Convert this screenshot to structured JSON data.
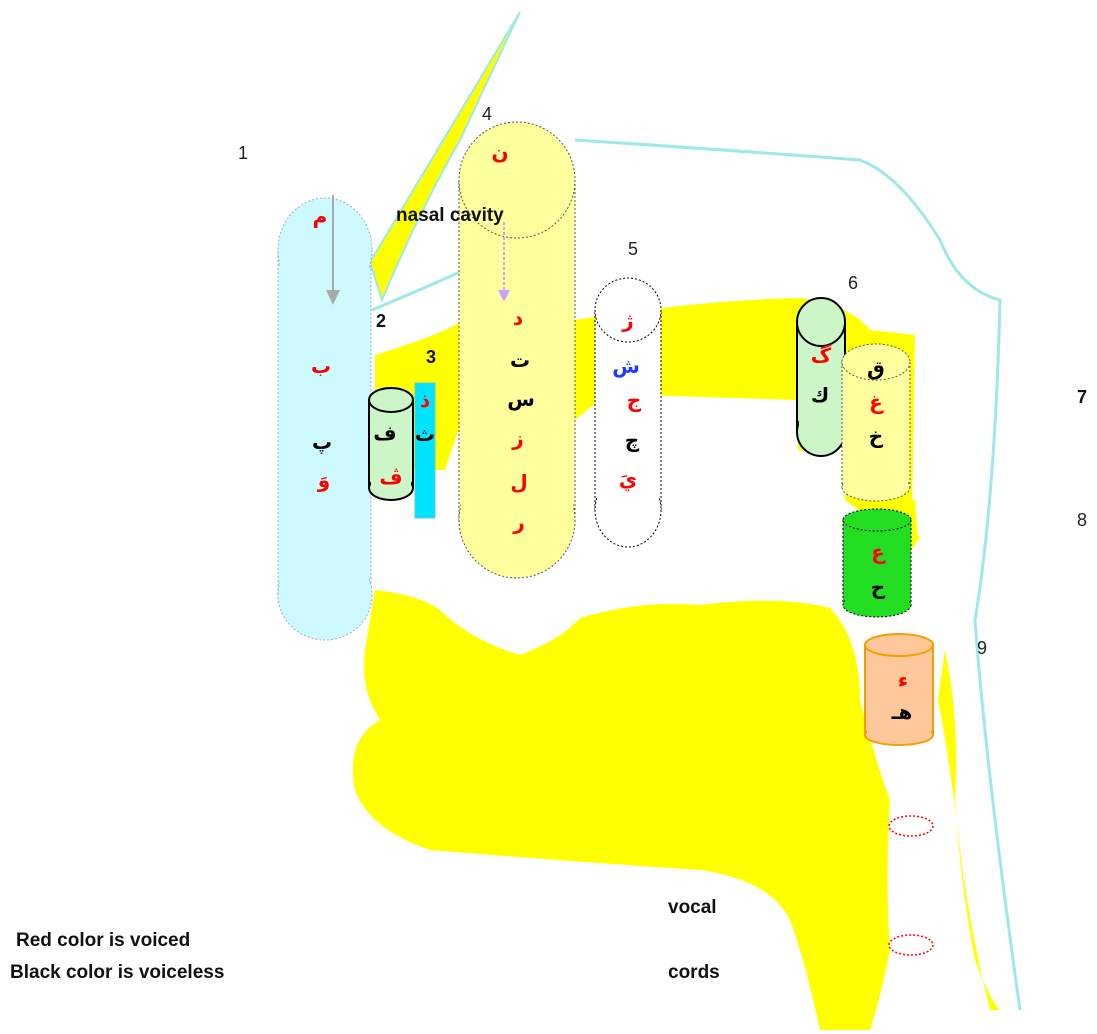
{
  "numbers": {
    "n1": "1",
    "n2": "2",
    "n3": "3",
    "n4": "4",
    "n5": "5",
    "n6": "6",
    "n7": "7",
    "n8": "8",
    "n9": "9"
  },
  "labels": {
    "nasal_cavity": "nasal cavity",
    "vocal": "vocal",
    "cords": "cords"
  },
  "legend": {
    "voiced": "Red color is voiced",
    "voiceless": "Black color is voiceless"
  },
  "colors": {
    "voiced": "#ff0000",
    "voiceless": "#000000",
    "emphasis": "#1f3bff",
    "tissue": "#ffff00",
    "outline": "#9fe8e8"
  },
  "letters": {
    "lips": [
      "م",
      "ب",
      "پ",
      "وَ"
    ],
    "labiodental": [
      "ف",
      "ڤ"
    ],
    "interdental": [
      "ذ",
      "ث"
    ],
    "alveolar": [
      "ن",
      "د",
      "ت",
      "س",
      "ز",
      "ل",
      "ر"
    ],
    "palatal": [
      "ژ",
      "ش",
      "ج",
      "چ",
      "يَ"
    ],
    "velar": [
      "گ",
      "ك"
    ],
    "uvular": [
      "ق",
      "غ",
      "خ"
    ],
    "pharyngeal": [
      "ع",
      "ح"
    ],
    "glottal": [
      "ء",
      "هـ"
    ]
  }
}
